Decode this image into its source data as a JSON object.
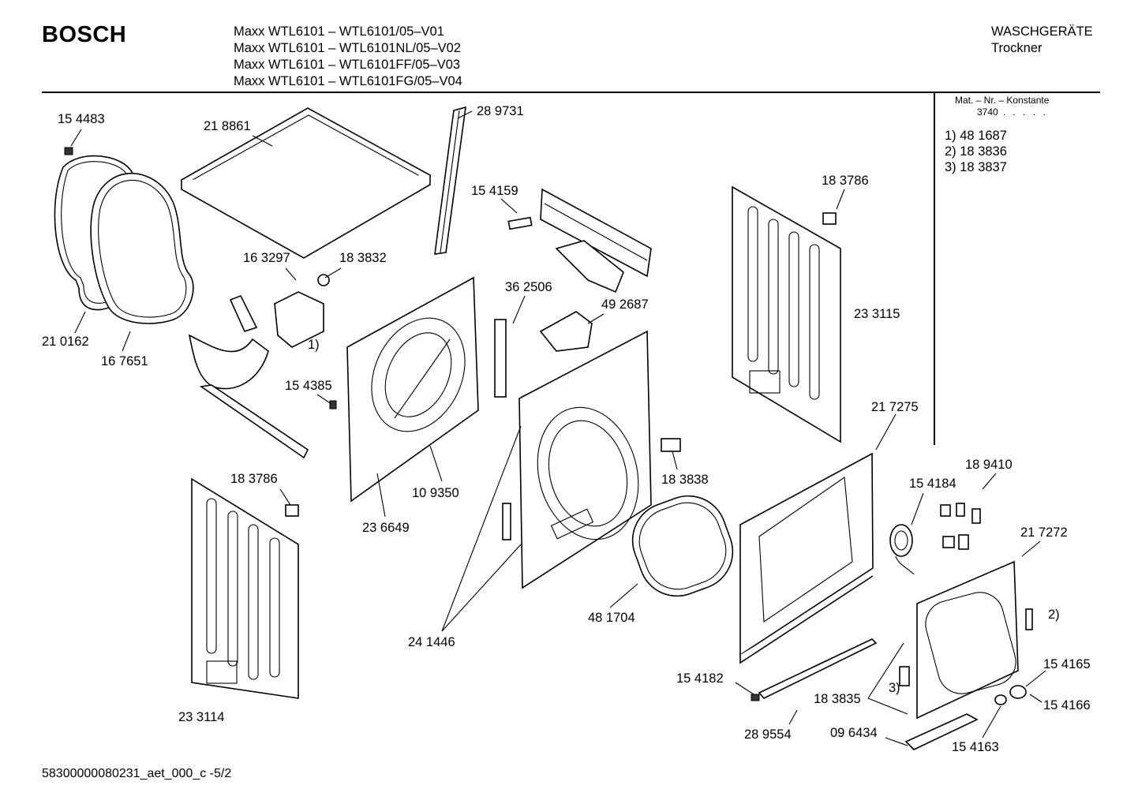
{
  "header": {
    "brand": "BOSCH",
    "models": [
      "Maxx WTL6101 – WTL6101/05–V01",
      "Maxx WTL6101 – WTL6101NL/05–V02",
      "Maxx WTL6101 – WTL6101FF/05–V03",
      "Maxx WTL6101 – WTL6101FG/05–V04"
    ],
    "category": "WASCHGERÄTE",
    "subcategory": "Trockner"
  },
  "constants": {
    "heading": "Mat. – Nr. – Konstante",
    "value": "3740",
    "dots": ". . . . ."
  },
  "notes": [
    "1)  48 1687",
    "2)  18 3836",
    "3)  18 3837"
  ],
  "parts": [
    {
      "id": "p01",
      "label": "15 4483"
    },
    {
      "id": "p02",
      "label": "21 8861"
    },
    {
      "id": "p03",
      "label": "28 9731"
    },
    {
      "id": "p04",
      "label": "15 4159"
    },
    {
      "id": "p05",
      "label": "18 3786"
    },
    {
      "id": "p06",
      "label": "16 3297"
    },
    {
      "id": "p07",
      "label": "18 3832"
    },
    {
      "id": "p08",
      "label": "36 2506"
    },
    {
      "id": "p09",
      "label": "49 2687"
    },
    {
      "id": "p10",
      "label": "23 3115"
    },
    {
      "id": "p11",
      "label": "21 0162"
    },
    {
      "id": "p12",
      "label": "16 7651"
    },
    {
      "id": "p13",
      "label": "1)"
    },
    {
      "id": "p14",
      "label": "15 4385"
    },
    {
      "id": "p15",
      "label": "21 7275"
    },
    {
      "id": "p16",
      "label": "18 9410"
    },
    {
      "id": "p17",
      "label": "15 4184"
    },
    {
      "id": "p18",
      "label": "18 3786"
    },
    {
      "id": "p19",
      "label": "10 9350"
    },
    {
      "id": "p20",
      "label": "18 3838"
    },
    {
      "id": "p21",
      "label": "21 7272"
    },
    {
      "id": "p22",
      "label": "23 6649"
    },
    {
      "id": "p23",
      "label": "48 1704"
    },
    {
      "id": "p24",
      "label": "2)"
    },
    {
      "id": "p25",
      "label": "24 1446"
    },
    {
      "id": "p26",
      "label": "15 4165"
    },
    {
      "id": "p27",
      "label": "15 4182"
    },
    {
      "id": "p28",
      "label": "3)"
    },
    {
      "id": "p29",
      "label": "18 3835"
    },
    {
      "id": "p30",
      "label": "15 4166"
    },
    {
      "id": "p31",
      "label": "23 3114"
    },
    {
      "id": "p32",
      "label": "28 9554"
    },
    {
      "id": "p33",
      "label": "09 6434"
    },
    {
      "id": "p34",
      "label": "15 4163"
    }
  ],
  "footer": {
    "code": "58300000080231_aet_000_c -5/2"
  }
}
